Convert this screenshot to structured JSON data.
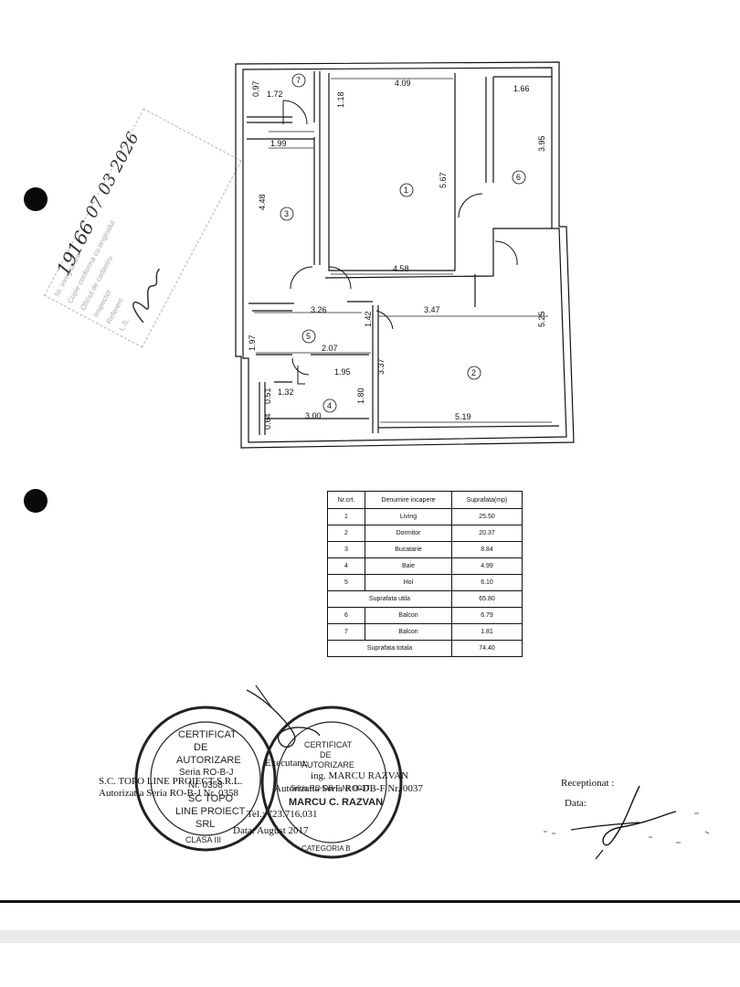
{
  "side_stamp": {
    "handwritten_number": "19166",
    "handwritten_date": "07 03 2026",
    "faint_lines": [
      "Nr. inregistrare",
      "Copie conforma cu originalul",
      "Oficiul de cadastru",
      "Inspector",
      "Referent",
      "L.S."
    ]
  },
  "plan": {
    "dimensions": {
      "d_097": "0.97",
      "d_172": "1.72",
      "d_118": "1.18",
      "d_409": "4.09",
      "d_166": "1.66",
      "d_199": "1.99",
      "d_567": "5.67",
      "d_395": "3.95",
      "d_448": "4.48",
      "d_458": "4.58",
      "d_326": "3.26",
      "d_142": "1.42",
      "d_347": "3.47",
      "d_525": "5.25",
      "d_197": "1.97",
      "d_207": "2.07",
      "d_195": "1.95",
      "d_337": "3.37",
      "d_051": "0.51",
      "d_132": "1.32",
      "d_180": "1.80",
      "d_064": "0.64",
      "d_300": "3.00",
      "d_519": "5.19"
    },
    "rooms": {
      "r1": "1",
      "r2": "2",
      "r3": "3",
      "r4": "4",
      "r5": "5",
      "r6": "6",
      "r7": "7"
    }
  },
  "table": {
    "headers": [
      "Nr.crt.",
      "Denumire incapere",
      "Suprafata(mp)"
    ],
    "rows": [
      {
        "nr": "1",
        "name": "Living",
        "area": "25.50"
      },
      {
        "nr": "2",
        "name": "Dormitor",
        "area": "20.37"
      },
      {
        "nr": "3",
        "name": "Bucatarie",
        "area": "8.84"
      },
      {
        "nr": "4",
        "name": "Baie",
        "area": "4.99"
      },
      {
        "nr": "5",
        "name": "Hol",
        "area": "6.10"
      }
    ],
    "useful_label": "Suprafata utila",
    "useful_value": "65.80",
    "balconies": [
      {
        "nr": "6",
        "name": "Balcon",
        "area": "6.79"
      },
      {
        "nr": "7",
        "name": "Balcon",
        "area": "1.81"
      }
    ],
    "total_label": "Suprafata totala",
    "total_value": "74.40"
  },
  "footer": {
    "company_line": "S.C. TOPO LINE PROIECT S.R.L.",
    "company_auth": "Autorizatia Seria RO-B-J Nr. 0358",
    "executant_label": "Executant:",
    "executant_name": "ing. MARCU RAZVAN",
    "executant_auth": "Autorizatia Seria RO-DB-F Nr. 0037",
    "tel": "Tel.: 723.716.031",
    "date": "Data: August 2017",
    "receptionat": "Receptionat :",
    "data_label": "Data:"
  },
  "stamp_left": {
    "line1": "CERTIFICAT",
    "line2": "DE",
    "line3": "AUTORIZARE",
    "line4": "Seria RO-B-J",
    "line5": "Nr. 0358",
    "line6": "SC TOPO",
    "line7": "LINE PROIECT",
    "line8": "SRL",
    "line9": "CLASA III"
  },
  "stamp_right": {
    "line1": "CERTIFICAT",
    "line2": "DE",
    "line3": "AUTORIZARE",
    "line4": "Seria RO-DB-F Nr. 0037",
    "line5": "MARCU C. RAZVAN",
    "line6": "CATEGORIA B"
  }
}
